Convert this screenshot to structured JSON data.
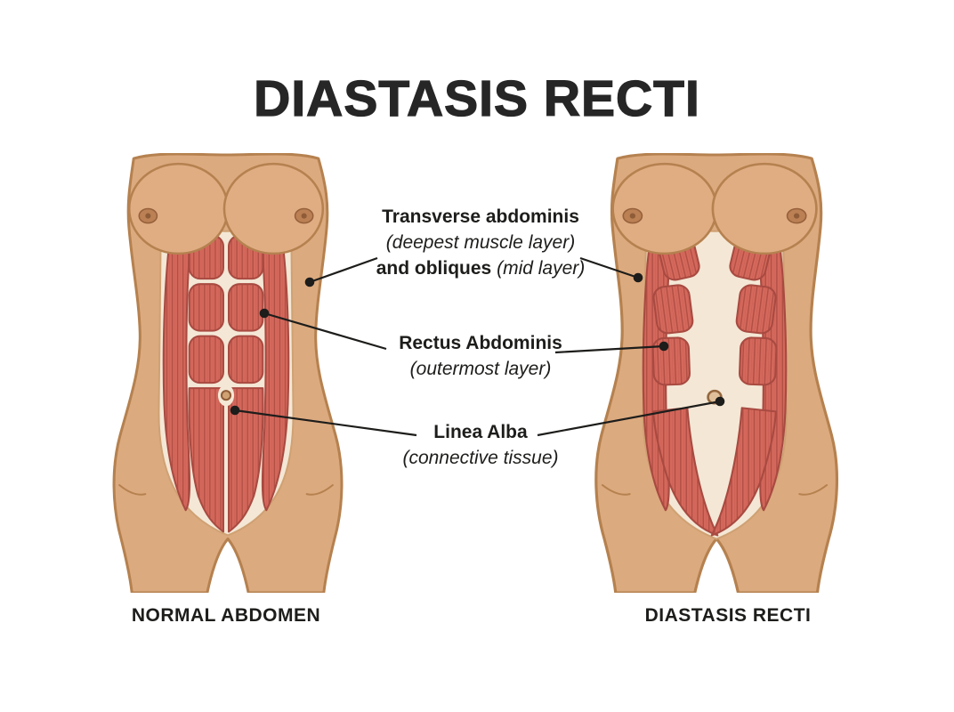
{
  "title": "DIASTASIS RECTI",
  "annotations": {
    "transverse": {
      "name": "Transverse abdominis",
      "sub": "(deepest muscle layer)",
      "and_bold": "and obliques",
      "and_sub": "(mid layer)"
    },
    "rectus": {
      "name": "Rectus Abdominis",
      "sub": "(outermost layer)"
    },
    "linea_alba": {
      "name": "Linea Alba",
      "sub": "(connective tissue)"
    }
  },
  "captions": {
    "left": "NORMAL ABDOMEN",
    "right": "DIASTASIS RECTI"
  },
  "figures": {
    "left": "female torso with normal abdominal muscles",
    "right": "female torso with separated rectus abdominis muscles"
  },
  "colors": {
    "background": "#ffffff",
    "skin": "#dcaa7f",
    "skin_outline": "#b5814f",
    "muscle_red": "#d5685c",
    "muscle_dark": "#a84a41",
    "connective_tissue": "#f4e7d5",
    "text": "#1d1d1b"
  }
}
